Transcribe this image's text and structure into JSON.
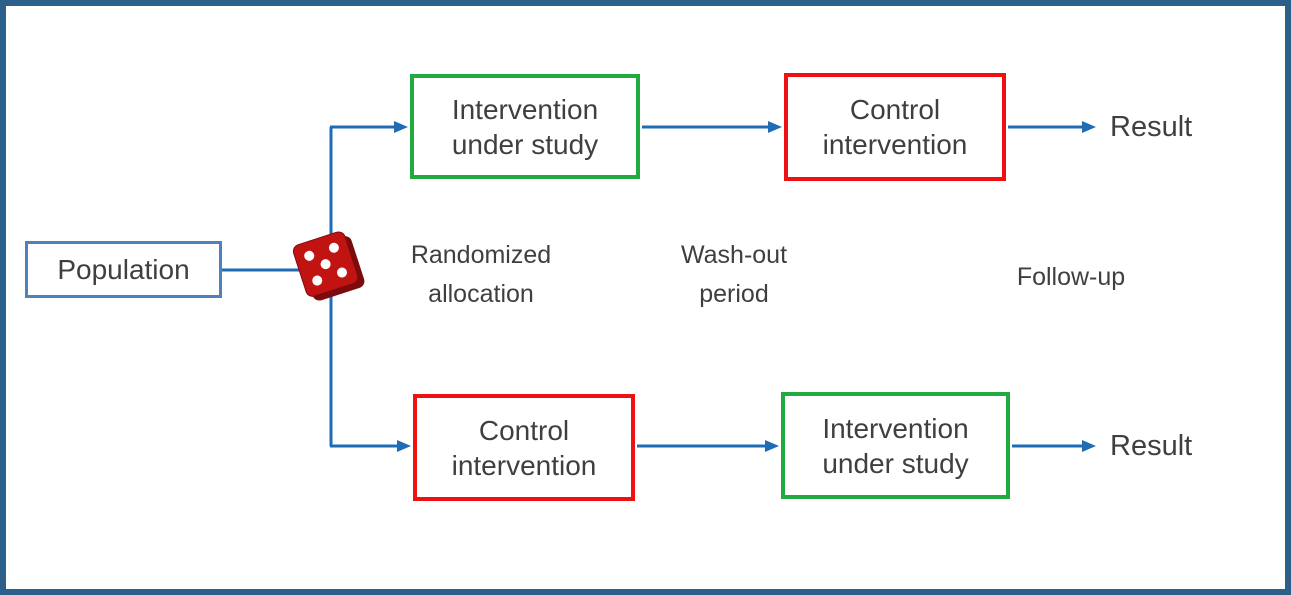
{
  "colors": {
    "frame": "#2d5f8b",
    "arrow": "#1f6cb5",
    "population_border": "#4f81bd",
    "green_border": "#22aa3c",
    "red_border": "#ee1111",
    "text": "#3f3f3f",
    "dice_red": "#c21313",
    "dice_dark": "#7c0b0b"
  },
  "boxes": {
    "population": "Population",
    "top_left": "Intervention\nunder study",
    "top_right": "Control\nintervention",
    "bottom_left": "Control\nintervention",
    "bottom_right": "Intervention\nunder study"
  },
  "labels": {
    "randomized": "Randomized\nallocation",
    "washout": "Wash-out\nperiod",
    "followup": "Follow-up",
    "result_top": "Result",
    "result_bottom": "Result"
  }
}
